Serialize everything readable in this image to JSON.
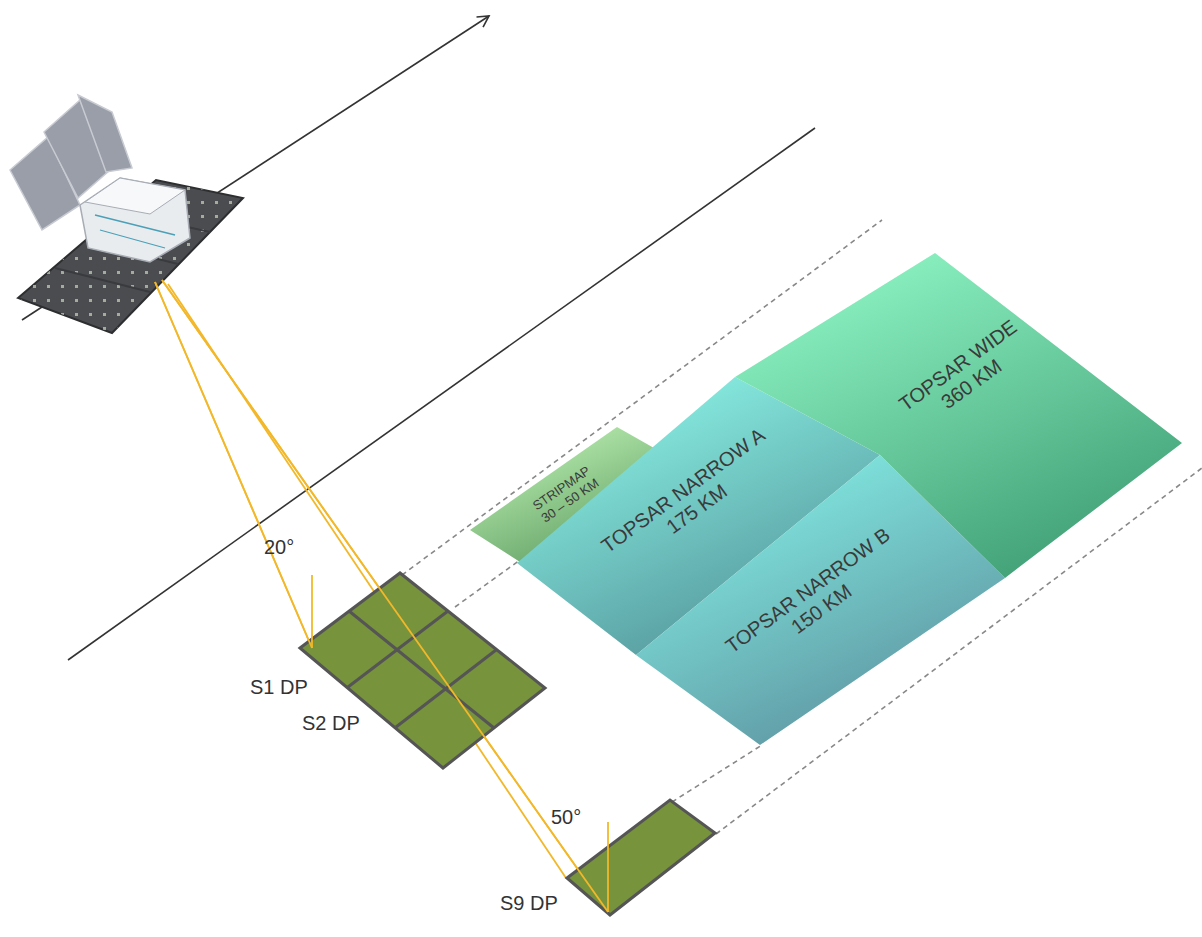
{
  "diagram": {
    "nodes": [
      {
        "text": [
          "STRIPMAP",
          "30 – 50 KM"
        ]
      },
      {
        "text": [
          "TOPSAR NARROW A",
          "175 KM"
        ]
      },
      {
        "text": [
          "TOPSAR NARROW B",
          "150 KM"
        ]
      },
      {
        "text": [
          "TOPSAR WIDE",
          "360 KM"
        ]
      }
    ],
    "labels": [
      "20°",
      "S1 DP",
      "S2 DP",
      "50°",
      "S9 DP"
    ]
  }
}
